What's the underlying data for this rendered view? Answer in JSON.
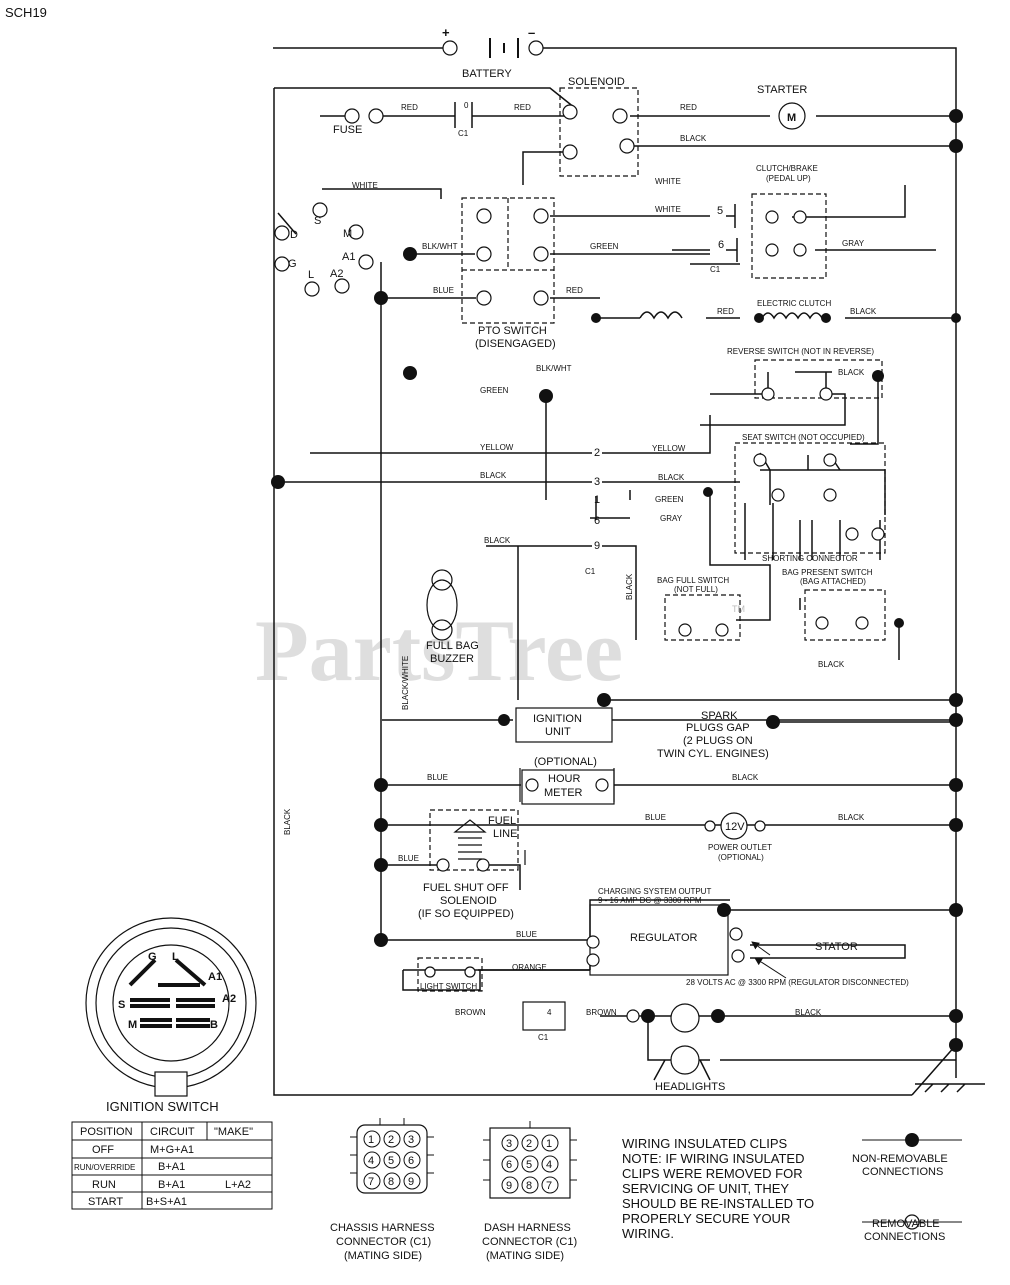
{
  "page_code": "SCH19",
  "watermark": "PartsTree",
  "watermark_tm": "TM",
  "colors": {
    "line": "#111111",
    "bg": "#ffffff",
    "watermark": "#c8c8c8"
  },
  "top": {
    "plus": "+",
    "minus": "–",
    "battery": "BATTERY",
    "solenoid": "SOLENOID",
    "starter": "STARTER",
    "starter_m": "M",
    "fuse": "FUSE",
    "c1": "C1",
    "red": "RED",
    "black": "BLACK",
    "white": "WHITE",
    "c1_pin_0": "0"
  },
  "ignition_terminals": [
    "S",
    "M",
    "A1",
    "A2",
    "L",
    "G",
    "B"
  ],
  "ignition_terminal_d": "D",
  "pto": {
    "title_1": "PTO SWITCH",
    "title_2": "(DISENGAGED)",
    "blk_wht": "BLK/WHT",
    "blue": "BLUE",
    "white": "WHITE",
    "green": "GREEN",
    "red": "RED",
    "black": "BLACK",
    "yellow": "YELLOW"
  },
  "clutch": {
    "title_1": "CLUTCH/BRAKE",
    "title_2": "(PEDAL UP)",
    "gray": "GRAY",
    "pin_5": "5",
    "pin_6": "6",
    "c1": "C1"
  },
  "electric_clutch": "ELECTRIC CLUTCH",
  "reverse_switch": "REVERSE SWITCH (NOT IN REVERSE)",
  "seat_switch": "SEAT SWITCH (NOT OCCUPIED)",
  "c1_pins": [
    "2",
    "3",
    "1",
    "6",
    "9"
  ],
  "shorting_connector": "SHORTING CONNECTOR",
  "bag_full": {
    "title_1": "BAG FULL SWITCH",
    "title_2": "(NOT FULL)"
  },
  "bag_present": {
    "title_1": "BAG PRESENT SWITCH",
    "title_2": "(BAG ATTACHED)"
  },
  "buzzer": {
    "title_1": "FULL BAG",
    "title_2": "BUZZER"
  },
  "black_white": "BLACK/WHITE",
  "ignition_unit": {
    "line_1": "IGNITION",
    "line_2": "UNIT"
  },
  "spark": {
    "line_1": "SPARK",
    "line_2": "PLUGS GAP",
    "line_3": "(2 PLUGS ON",
    "line_4": "TWIN CYL. ENGINES)"
  },
  "hour_meter": {
    "optional": "(OPTIONAL)",
    "line_1": "HOUR",
    "line_2": "METER"
  },
  "power_outlet": {
    "volt": "12V",
    "line_1": "POWER OUTLET",
    "line_2": "(OPTIONAL)"
  },
  "fuel": {
    "line_label_1": "FUEL",
    "line_label_2": "LINE",
    "title_1": "FUEL SHUT OFF",
    "title_2": "SOLENOID",
    "title_3": "(IF SO EQUIPPED)"
  },
  "charging": {
    "output_1": "CHARGING SYSTEM OUTPUT",
    "output_2": "9 - 16 AMP DC @ 3300 RPM",
    "regulator": "REGULATOR",
    "stator": "STATOR",
    "ac_note": "28 VOLTS AC @ 3300 RPM (REGULATOR DISCONNECTED)"
  },
  "wires": {
    "orange": "ORANGE",
    "brown": "BROWN",
    "blue": "BLUE",
    "black": "BLACK"
  },
  "light_switch": "LIGHT SWITCH",
  "headlights": "HEADLIGHTS",
  "c1_pin_4": "4",
  "ignition_switch": {
    "title": "IGNITION SWITCH",
    "terminals": {
      "g": "G",
      "l": "L",
      "a1": "A1",
      "a2": "A2",
      "s": "S",
      "m": "M",
      "b": "B"
    },
    "headers": [
      "POSITION",
      "CIRCUIT",
      "\"MAKE\""
    ],
    "rows": [
      [
        "OFF",
        "M+G+A1",
        ""
      ],
      [
        "RUN/OVERRIDE",
        "B+A1",
        ""
      ],
      [
        "RUN",
        "B+A1",
        "L+A2"
      ],
      [
        "START",
        "B+S+A1",
        ""
      ]
    ]
  },
  "chassis_connector": {
    "line_1": "CHASSIS HARNESS",
    "line_2": "CONNECTOR (C1)",
    "line_3": "(MATING SIDE)",
    "pins": [
      "1",
      "2",
      "3",
      "4",
      "5",
      "6",
      "7",
      "8",
      "9"
    ]
  },
  "dash_connector": {
    "line_1": "DASH HARNESS",
    "line_2": "CONNECTOR (C1)",
    "line_3": "(MATING SIDE)",
    "pins": [
      "3",
      "2",
      "1",
      "6",
      "5",
      "4",
      "9",
      "8",
      "7"
    ]
  },
  "clips_note": [
    "WIRING INSULATED CLIPS",
    "NOTE: IF WIRING INSULATED",
    "CLIPS WERE REMOVED FOR",
    "SERVICING OF UNIT, THEY",
    "SHOULD BE RE-INSTALLED TO",
    "PROPERLY SECURE YOUR",
    "WIRING."
  ],
  "legend": {
    "non_removable_1": "NON-REMOVABLE",
    "non_removable_2": "CONNECTIONS",
    "removable_1": "REMOVABLE",
    "removable_2": "CONNECTIONS"
  }
}
